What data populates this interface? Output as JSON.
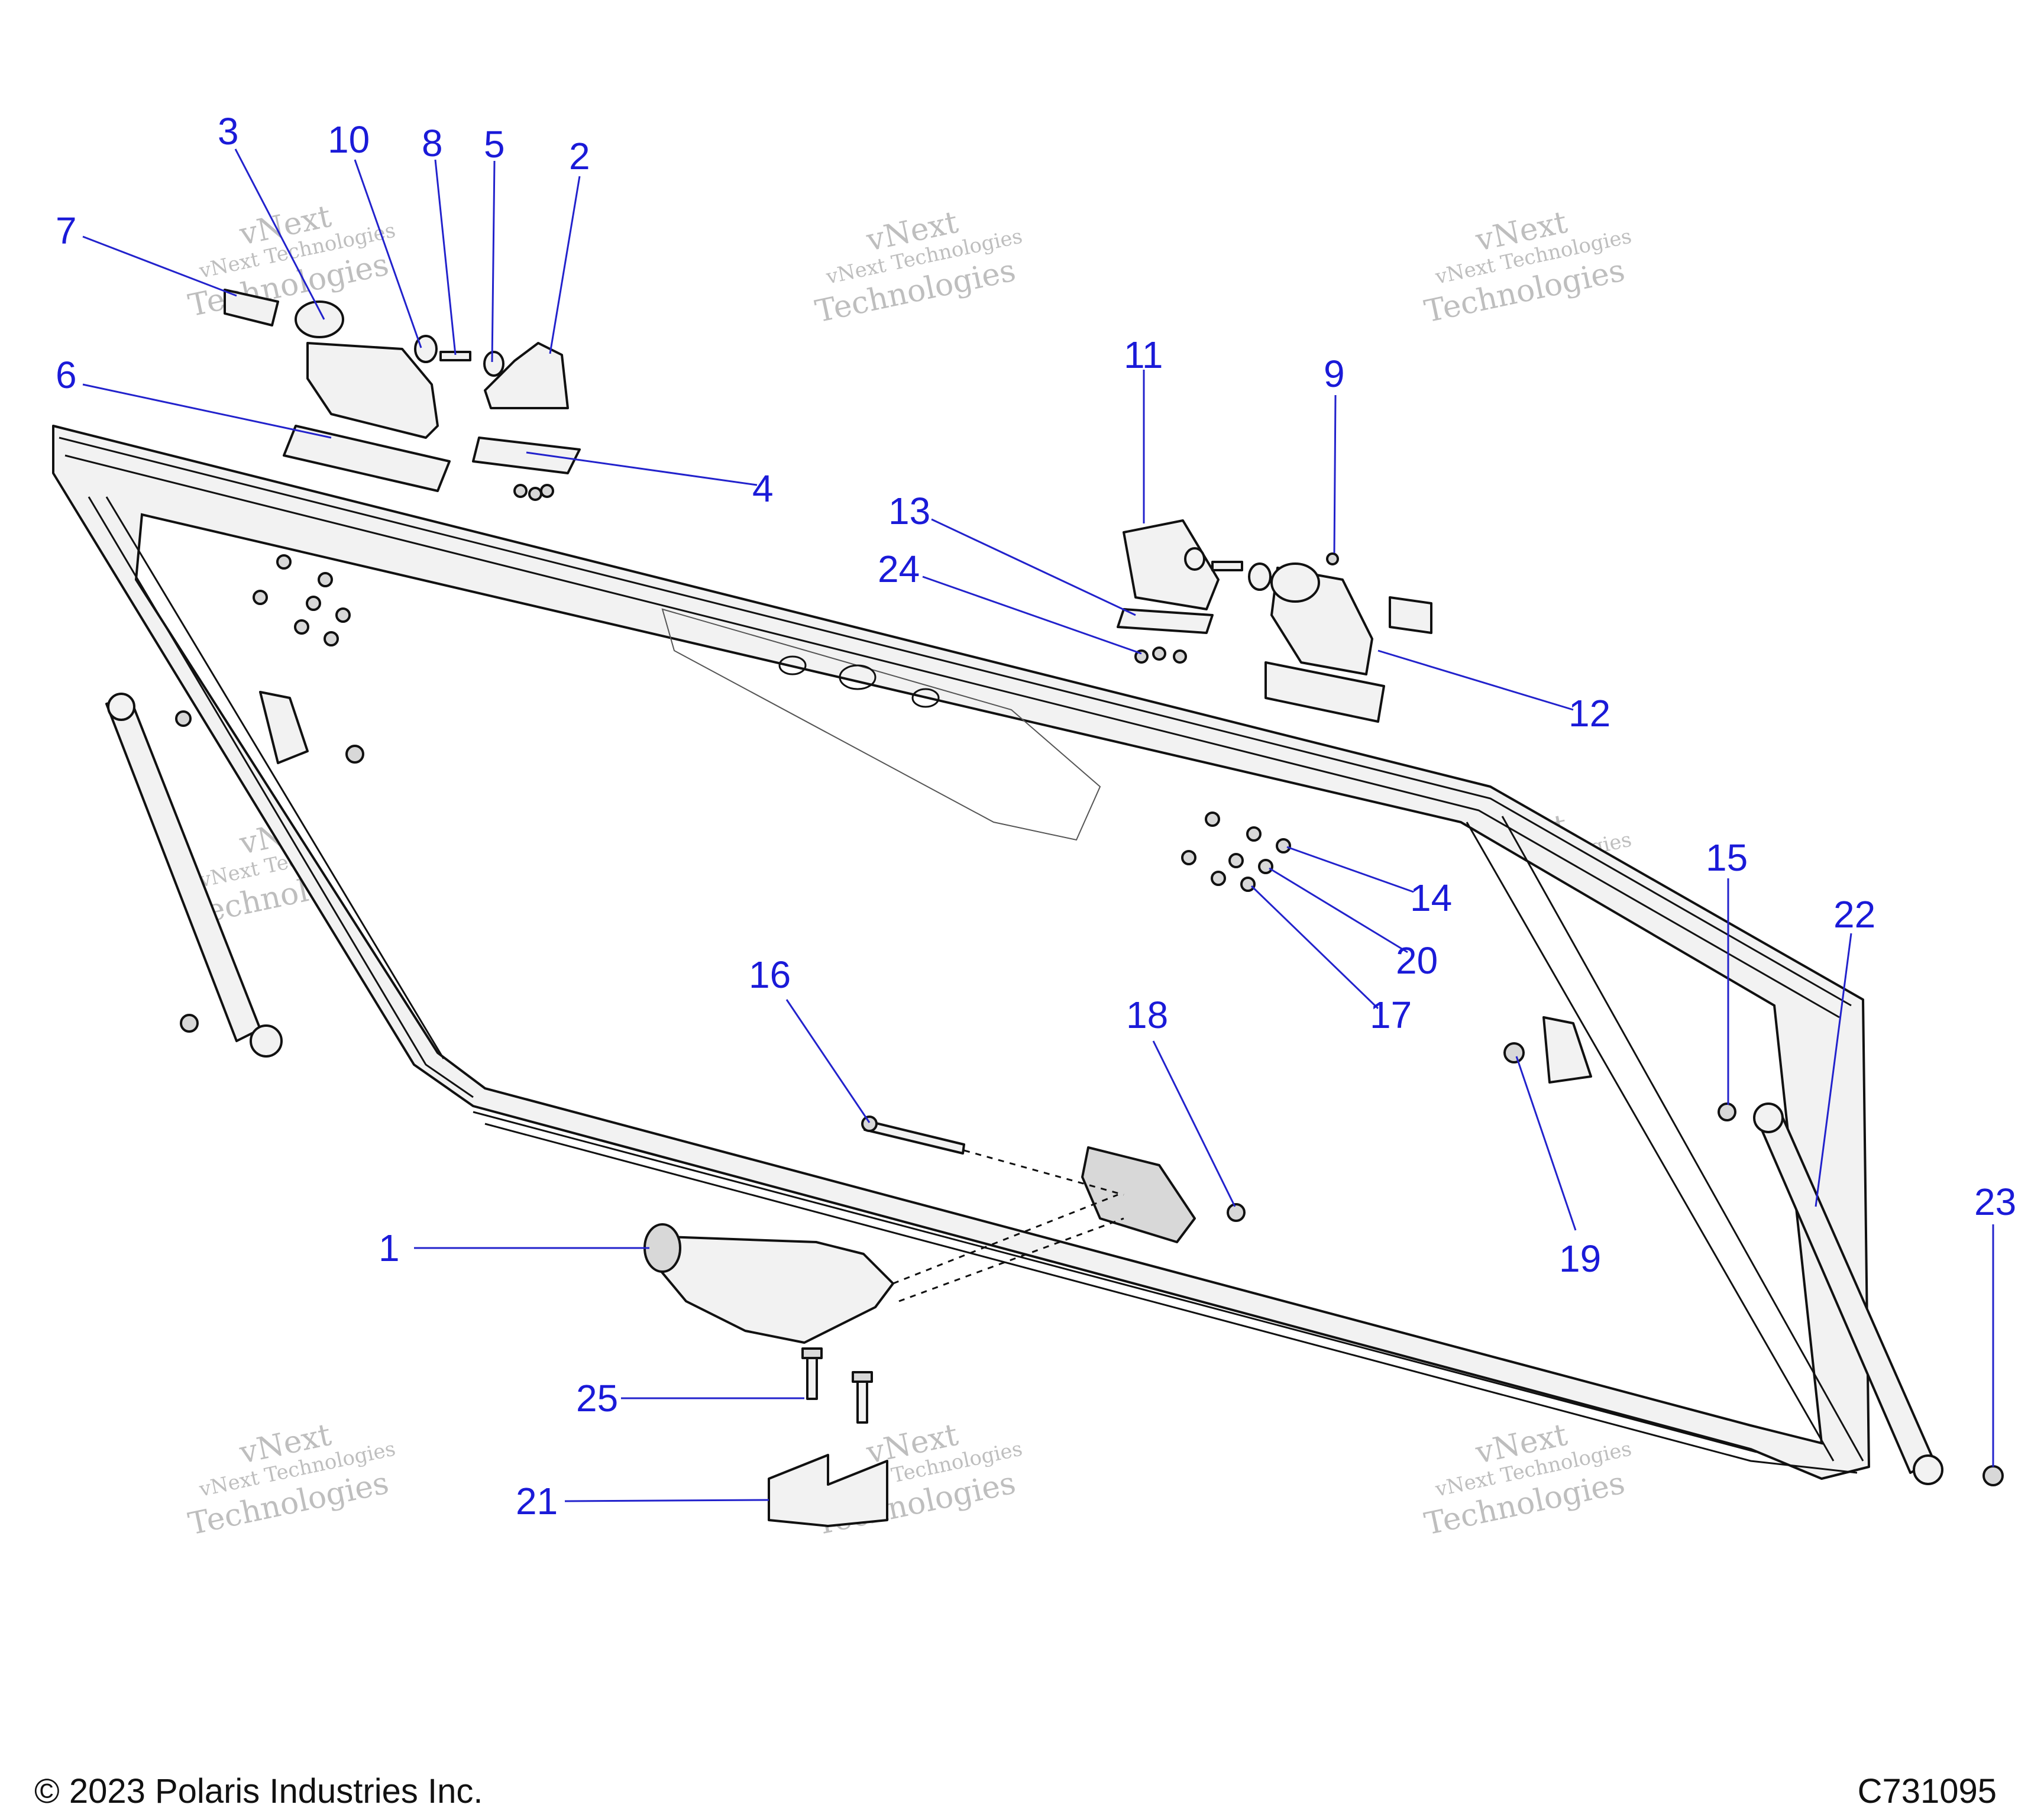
{
  "callouts": {
    "c1": "1",
    "c2": "2",
    "c3": "3",
    "c4": "4",
    "c5": "5",
    "c6": "6",
    "c7": "7",
    "c8": "8",
    "c9": "9",
    "c10": "10",
    "c11": "11",
    "c12": "12",
    "c13": "13",
    "c14": "14",
    "c15": "15",
    "c16": "16",
    "c17": "17",
    "c18": "18",
    "c19": "19",
    "c20": "20",
    "c21": "21",
    "c22": "22",
    "c23": "23",
    "c24": "24",
    "c25": "25"
  },
  "watermark": {
    "line1": "vNext Technologies",
    "line2": "vNext",
    "line3": "Technologies"
  },
  "footer": {
    "copyright": "© 2023 Polaris Industries Inc.",
    "code": "C731095"
  },
  "colors": {
    "callout": "#1a1ad8",
    "line": "#111111"
  }
}
